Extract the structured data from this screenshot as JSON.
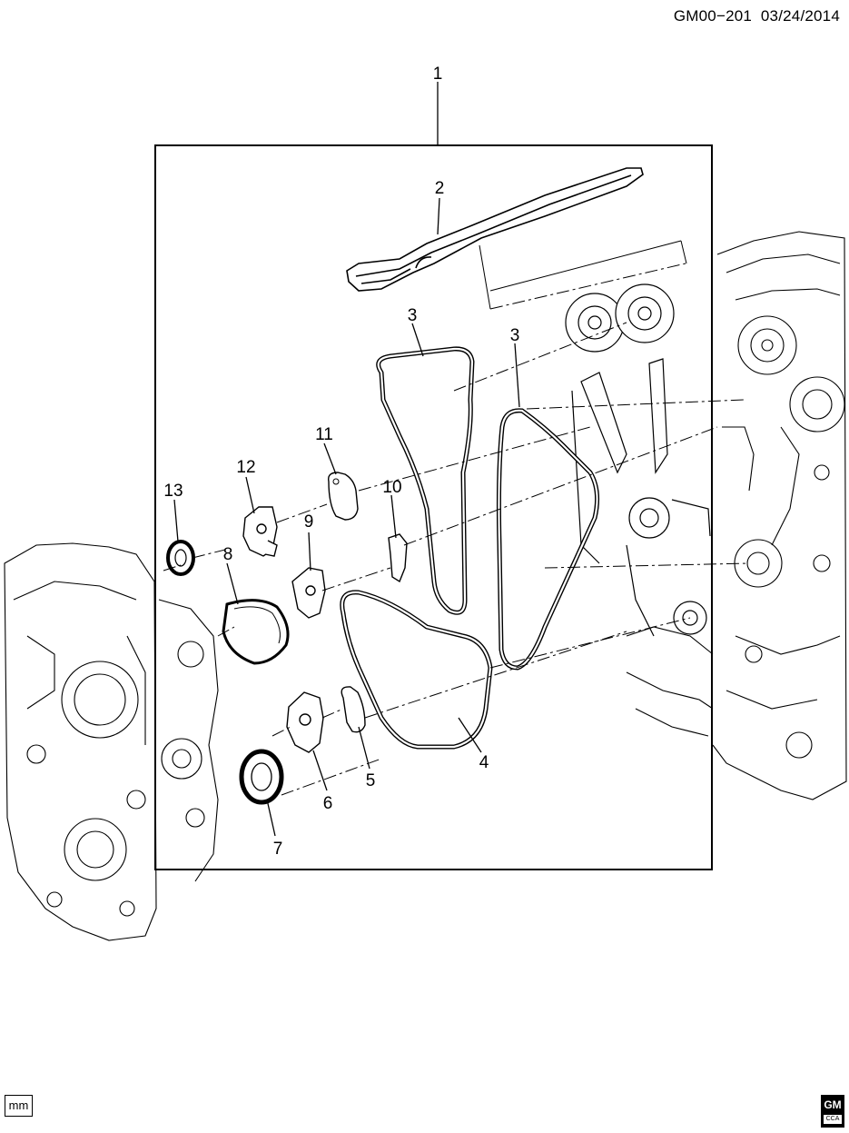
{
  "header": {
    "diagram_code": "GM00−201",
    "date": "03/24/2014"
  },
  "callouts": [
    {
      "id": "c1",
      "label": "1"
    },
    {
      "id": "c2",
      "label": "2"
    },
    {
      "id": "c3a",
      "label": "3"
    },
    {
      "id": "c3b",
      "label": "3"
    },
    {
      "id": "c4",
      "label": "4"
    },
    {
      "id": "c5",
      "label": "5"
    },
    {
      "id": "c6",
      "label": "6"
    },
    {
      "id": "c7",
      "label": "7"
    },
    {
      "id": "c8",
      "label": "8"
    },
    {
      "id": "c9",
      "label": "9"
    },
    {
      "id": "c10",
      "label": "10"
    },
    {
      "id": "c11",
      "label": "11"
    },
    {
      "id": "c12",
      "label": "12"
    },
    {
      "id": "c13",
      "label": "13"
    }
  ],
  "footer": {
    "units_badge": "mm",
    "logo_text": "GM",
    "logo_subtext": "CCA"
  },
  "icons": {
    "logo": "gm-logo-icon"
  }
}
